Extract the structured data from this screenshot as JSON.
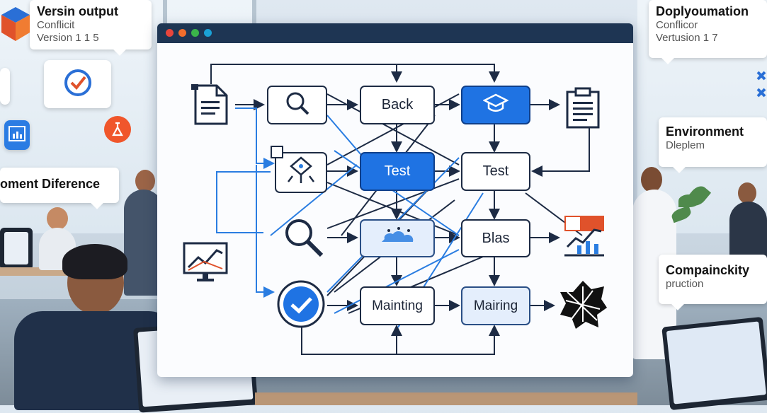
{
  "callouts": {
    "version_output": {
      "title": "Versin output",
      "line1": "Conflicit",
      "line2": "Version 1 1 5"
    },
    "deployumation": {
      "title": "Doplyoumation",
      "line1": "Conflicor",
      "line2": "Vertusion 1 7"
    },
    "environment": {
      "title": "Environment",
      "line1": "Dleplem"
    },
    "component_difference": {
      "title": "oment Diference"
    },
    "compainckity": {
      "title": "Compainckity",
      "line1": "pruction"
    }
  },
  "diagram": {
    "nodes": {
      "back": "Back",
      "test_blue": "Test",
      "test_white": "Test",
      "blas": "Blas",
      "mainting_left": "Mainting",
      "mainting_right": "Mairing"
    }
  },
  "colors": {
    "board_bar": "#1e3553",
    "dots": [
      "#e8453c",
      "#f26d2c",
      "#3bb54a",
      "#1ba1d6"
    ],
    "accent_blue": "#1f73e3",
    "dark_line": "#1d2b44",
    "blue_line": "#2a7de1"
  },
  "icons": [
    "cube-icon",
    "shield-check-icon",
    "chart-tile-icon",
    "flask-icon",
    "document-icon",
    "search-icon",
    "graduation-cap-icon",
    "clipboard-icon",
    "hierarchy-icon",
    "line-chart-icon",
    "check-circle-icon",
    "bar-chart-icon",
    "shattered-icon",
    "network-icon",
    "arrows-icon"
  ]
}
